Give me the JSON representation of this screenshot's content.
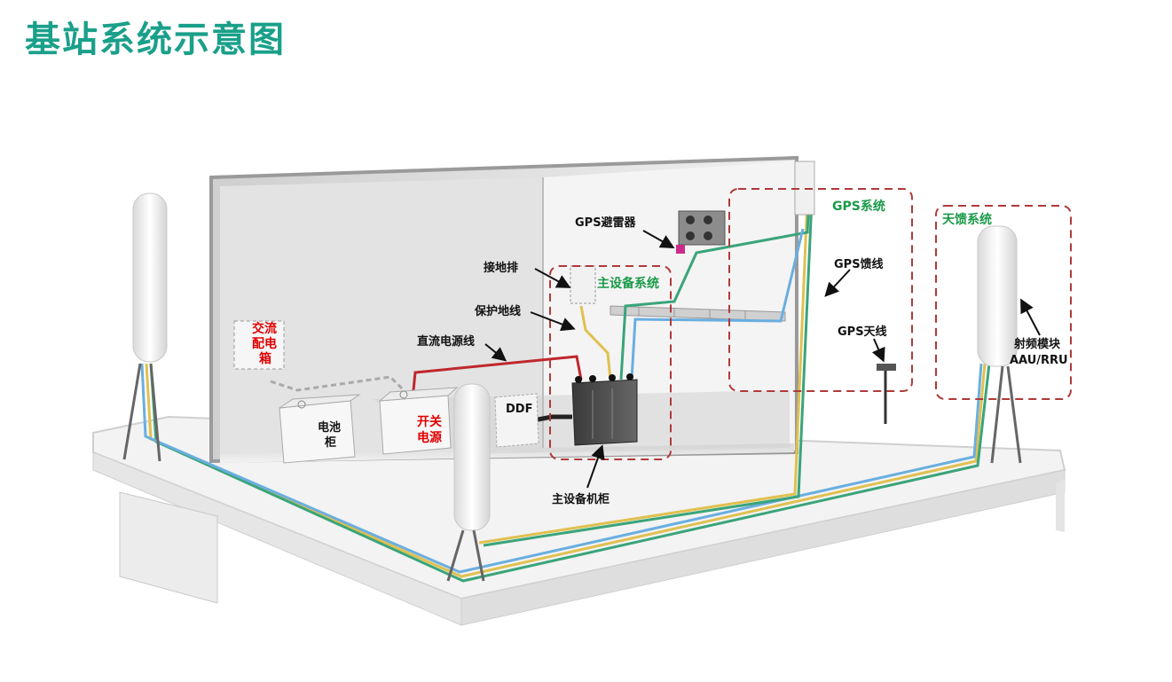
{
  "title": "基站系统示意图",
  "colors": {
    "title": "#1aa08a",
    "group_box": "#b03a3a",
    "label_red": "#e00000",
    "label_green": "#1a9a4a",
    "label_black": "#111111",
    "cable_red": "#c0272d",
    "cable_green": "#3aa47a",
    "cable_yellow": "#e0c050",
    "cable_blue": "#6aaee0"
  },
  "groups": {
    "main_equipment": "主设备系统",
    "gps": "GPS系统",
    "feeder": "天馈系统"
  },
  "labels": {
    "ac_box_line1": "交流",
    "ac_box_line2": "配电",
    "ac_box_line3": "箱",
    "battery_line1": "电池",
    "battery_line2": "柜",
    "switch_power_line1": "开关",
    "switch_power_line2": "电源",
    "ddf": "DDF",
    "grounding_bar": "接地排",
    "protect_ground": "保护地线",
    "dc_power_line": "直流电源线",
    "gps_arrester": "GPS避雷器",
    "gps_feeder": "GPS馈线",
    "gps_antenna": "GPS天线",
    "main_cabinet": "主设备机柜",
    "rf_module_line1": "射频模块",
    "rf_module_line2": "AAU/RRU"
  }
}
